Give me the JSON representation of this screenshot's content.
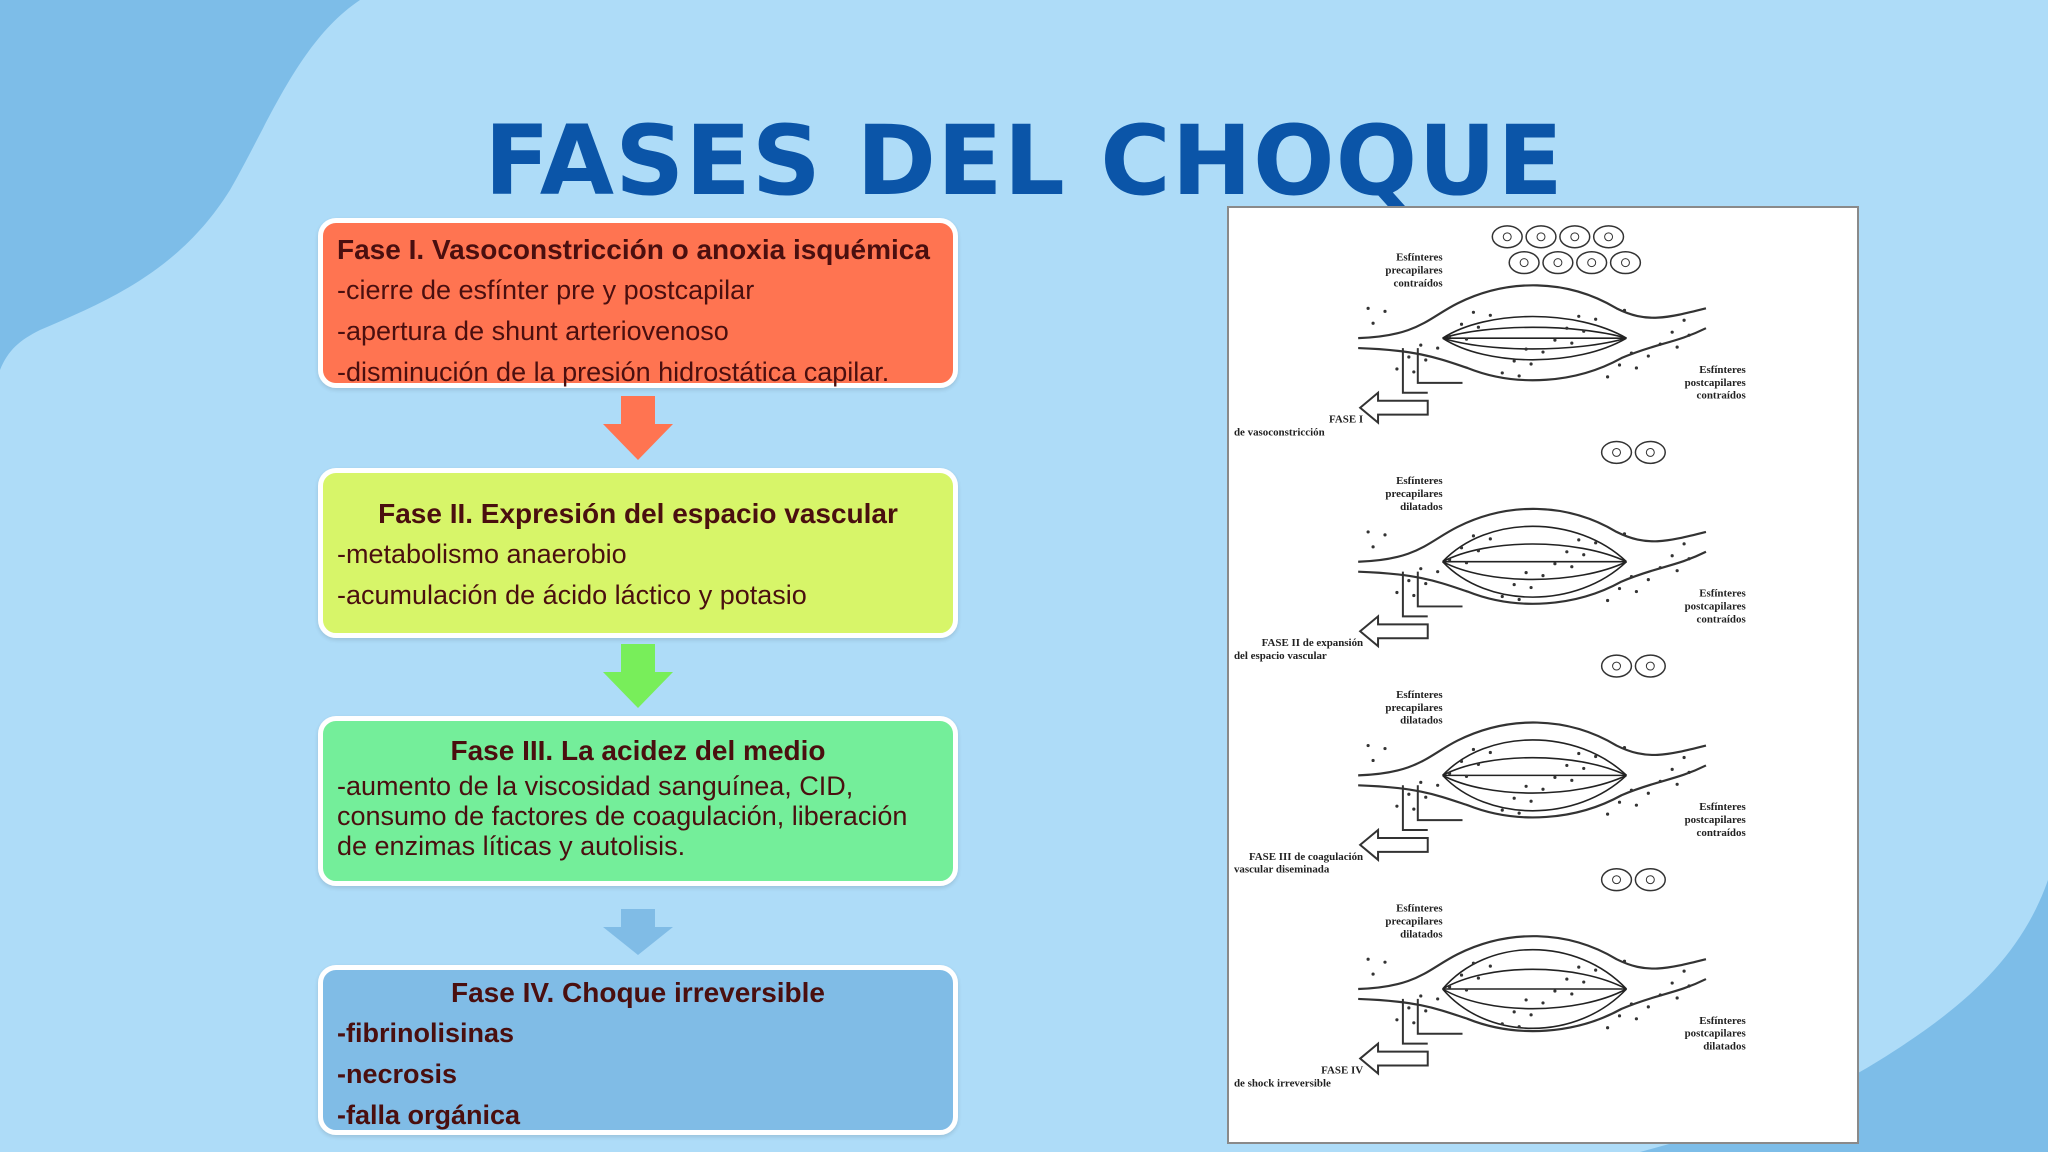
{
  "title": "FASES DEL CHOQUE",
  "colors": {
    "title": "#0b55a8",
    "phase1": "#ff7451",
    "phase2": "#d7f569",
    "phase3": "#74ee9a",
    "phase4": "#80bce6",
    "text": "#4a0f0f"
  },
  "phases": [
    {
      "heading": "Fase I. Vasoconstricción o anoxia isquémica",
      "items": [
        "-cierre de esfínter pre y postcapilar",
        "-apertura de shunt arteriovenoso",
        "-disminución de la presión hidrostática capilar."
      ]
    },
    {
      "heading": "Fase II. Expresión del espacio vascular",
      "items": [
        "-metabolismo anaerobio",
        "-acumulación de ácido láctico y potasio"
      ]
    },
    {
      "heading": "Fase III. La acidez del medio",
      "items": [
        "-aumento de la viscosidad sanguínea, CID,",
        "consumo de factores de coagulación, liberación",
        "de enzimas líticas y autolisis."
      ]
    },
    {
      "heading": "Fase IV. Choque irreversible",
      "items": [
        "-fibrinolisinas",
        "-necrosis",
        "-falla orgánica"
      ]
    }
  ],
  "diagram": {
    "panels": [
      {
        "pre": [
          "Esfínteres",
          "precapilares",
          "contraídos"
        ],
        "post": [
          "Esfínteres",
          "postcapilares",
          "contraídos"
        ],
        "phase": [
          "FASE I",
          "de vasoconstricción"
        ]
      },
      {
        "pre": [
          "Esfínteres",
          "precapilares",
          "dilatados"
        ],
        "post": [
          "Esfínteres",
          "postcapilares",
          "contraídos"
        ],
        "phase": [
          "FASE II de expansión",
          "del espacio vascular"
        ]
      },
      {
        "pre": [
          "Esfínteres",
          "precapilares",
          "dilatados"
        ],
        "post": [
          "Esfínteres",
          "postcapilares",
          "contraídos"
        ],
        "phase": [
          "FASE III de coagulación",
          "vascular diseminada"
        ]
      },
      {
        "pre": [
          "Esfínteres",
          "precapilares",
          "dilatados"
        ],
        "post": [
          "Esfínteres",
          "postcapilares",
          "dilatados"
        ],
        "phase": [
          "FASE IV",
          "de shock irreversible"
        ]
      }
    ]
  }
}
